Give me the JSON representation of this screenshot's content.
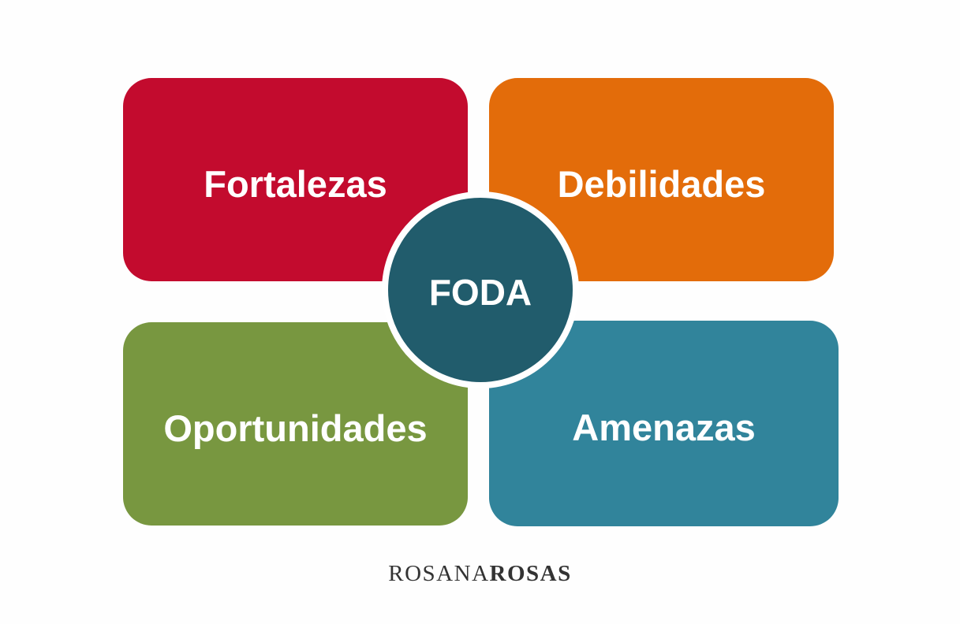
{
  "diagram": {
    "center": {
      "label": "FODA",
      "color": "#215c6c",
      "ring_color": "#ffffff",
      "text_color": "#ffffff"
    },
    "quadrants": [
      {
        "id": "fortalezas",
        "label": "Fortalezas",
        "color": "#c30b2e",
        "text_color": "#ffffff",
        "position": "top-left"
      },
      {
        "id": "debilidades",
        "label": "Debilidades",
        "color": "#e36c0a",
        "text_color": "#ffffff",
        "position": "top-right"
      },
      {
        "id": "oportunidades",
        "label": "Oportunidades",
        "color": "#789740",
        "text_color": "#ffffff",
        "position": "bottom-left"
      },
      {
        "id": "amenazas",
        "label": "Amenazas",
        "color": "#31849b",
        "text_color": "#ffffff",
        "position": "bottom-right"
      }
    ],
    "background_color": "#fefefe"
  },
  "footer": {
    "brand_first": "ROSANA",
    "brand_second": "ROSAS",
    "color": "#333333"
  }
}
